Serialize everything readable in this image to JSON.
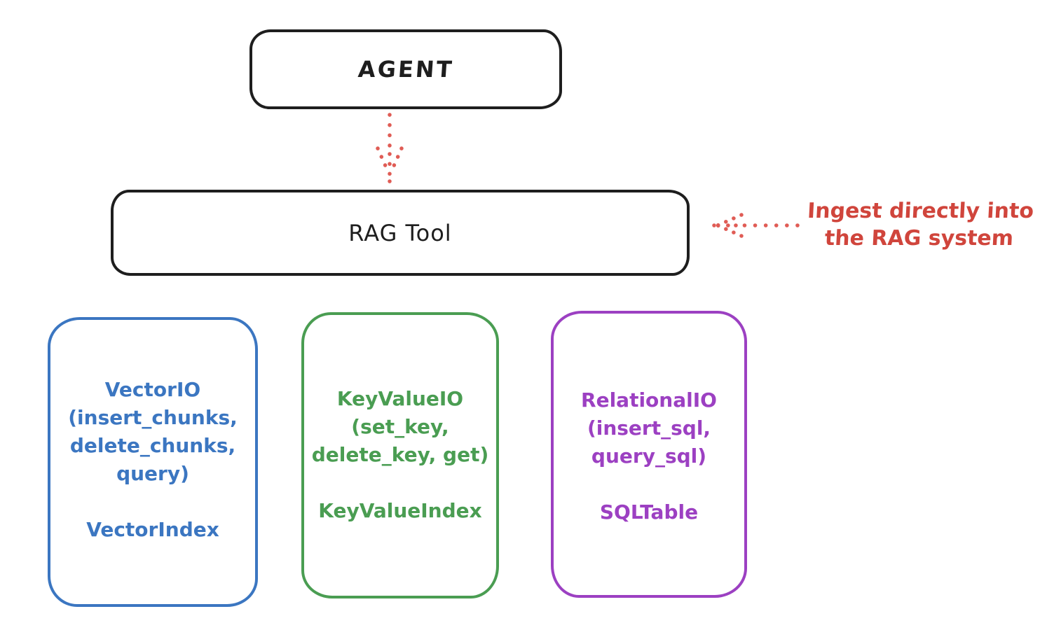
{
  "colors": {
    "stroke": "#1e1e1e",
    "red": "#d0453c",
    "red_arrow": "#e05c55",
    "blue": "#3b76c1",
    "green": "#4a9d52",
    "purple": "#9c40c2"
  },
  "agent": {
    "label": "AGENT"
  },
  "rag_tool": {
    "label": "RAG Tool"
  },
  "annotation": {
    "line1": "Ingest directly into",
    "line2": "the RAG system"
  },
  "backends": [
    {
      "name": "vector-io",
      "color": "#3b76c1",
      "lines": [
        "VectorIO",
        "(insert_chunks,",
        "delete_chunks,",
        "query)"
      ],
      "index": "VectorIndex"
    },
    {
      "name": "keyvalue-io",
      "color": "#4a9d52",
      "lines": [
        "KeyValueIO",
        "(set_key,",
        "delete_key, get)"
      ],
      "index": "KeyValueIndex"
    },
    {
      "name": "relational-io",
      "color": "#9c40c2",
      "lines": [
        "RelationalIO",
        "(insert_sql,",
        "query_sql)"
      ],
      "index": "SQLTable"
    }
  ]
}
